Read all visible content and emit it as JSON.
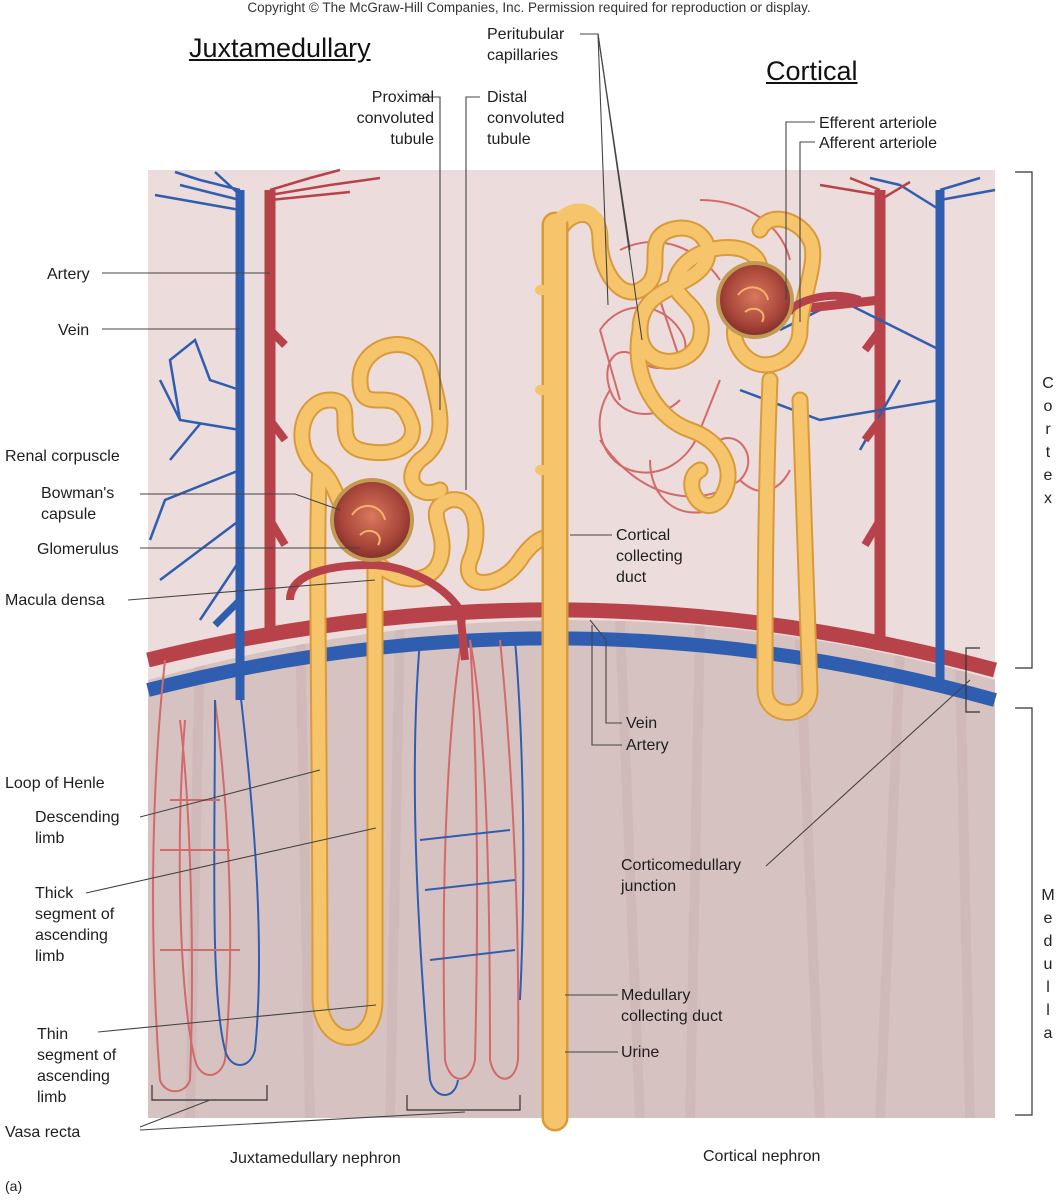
{
  "copyright": "Copyright © The McGraw-Hill Companies, Inc. Permission required for reproduction or display.",
  "headings": {
    "juxtamedullary": "Juxtamedullary",
    "cortical": "Cortical"
  },
  "labels": {
    "peritubular_capillaries": "Peritubular\ncapillaries",
    "proximal_convoluted_tubule": "Proximal\nconvoluted\ntubule",
    "distal_convoluted_tubule": "Distal\nconvoluted\ntubule",
    "efferent_arteriole": "Efferent arteriole",
    "afferent_arteriole": "Afferent arteriole",
    "artery_left": "Artery",
    "vein_left": "Vein",
    "renal_corpuscle": "Renal corpuscle",
    "bowmans_capsule": "Bowman's\ncapsule",
    "glomerulus": "Glomerulus",
    "macula_densa": "Macula densa",
    "cortical_collecting_duct": "Cortical\ncollecting\nduct",
    "vein_center": "Vein",
    "artery_center": "Artery",
    "loop_of_henle": "Loop of Henle",
    "descending_limb": "Descending\nlimb",
    "thick_segment": "Thick\nsegment of\nascending\nlimb",
    "thin_segment": "Thin\nsegment of\nascending\nlimb",
    "vasa_recta": "Vasa recta",
    "corticomedullary_junction": "Corticomedullary\njunction",
    "medullary_collecting_duct": "Medullary\ncollecting duct",
    "urine": "Urine",
    "cortex": "C\no\nr\nt\ne\nx",
    "medulla": "M\ne\nd\nu\nl\nl\na"
  },
  "captions": {
    "juxtamedullary_nephron": "Juxtamedullary nephron",
    "cortical_nephron": "Cortical nephron",
    "panel": "(a)"
  },
  "colors": {
    "cortex_bg": "#ecdcdc",
    "medulla_bg": "#d6c0c0",
    "tubule": "#f6c56b",
    "tubule_edge": "#d99a3a",
    "artery": "#b8424a",
    "vein": "#2f5eb0",
    "capillary": "#d36a6a",
    "glomerulus": "#a84040"
  }
}
